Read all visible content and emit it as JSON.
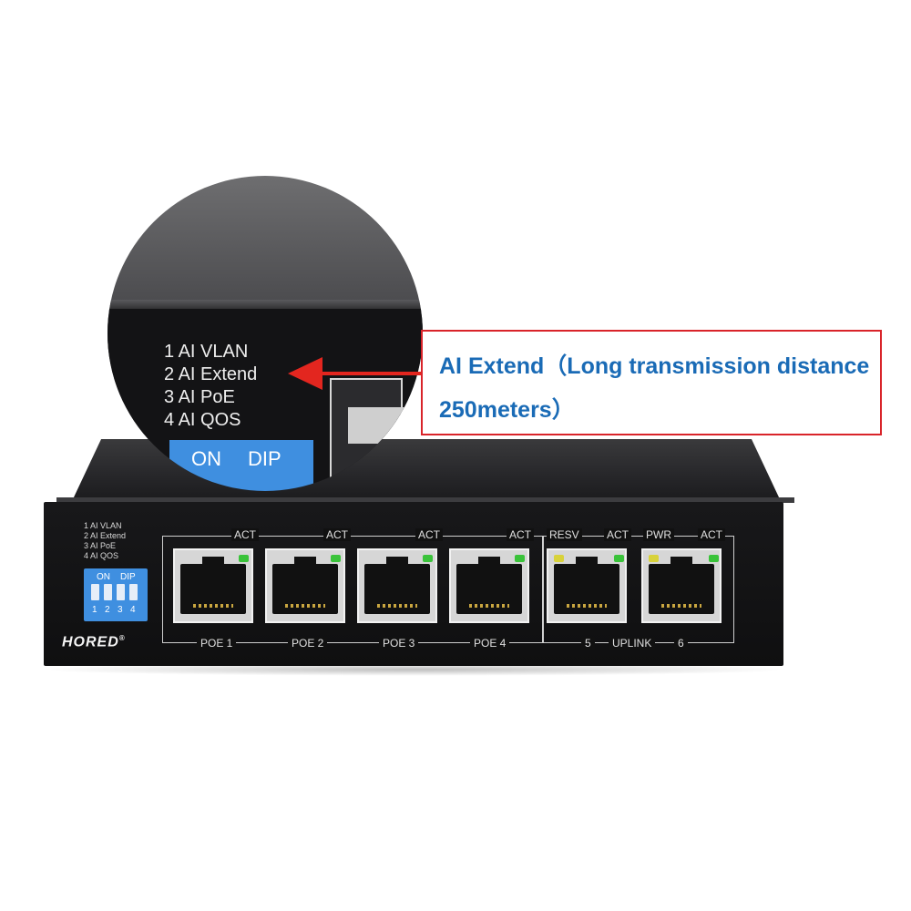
{
  "zoom": {
    "options": [
      "1 AI VLAN",
      "2 AI Extend",
      "3 AI PoE",
      "4 AI QOS"
    ],
    "dip_on": "ON",
    "dip_dip": "DIP"
  },
  "callout": {
    "text": "AI Extend（Long transmission distance 250meters）",
    "text_color": "#1a6bb6",
    "border_color": "#d9242a"
  },
  "arrow_color": "#e3261f",
  "switch": {
    "options": [
      "1 AI VLAN",
      "2 AI Extend",
      "3 AI PoE",
      "4 AI QOS"
    ],
    "dip_on": "ON",
    "dip_dip": "DIP",
    "dip_numbers": [
      "1",
      "2",
      "3",
      "4"
    ],
    "dip_color": "#3f8fe0",
    "brand": "HORED",
    "brand_mark": "®",
    "top_labels": [
      "ACT",
      "ACT",
      "ACT",
      "ACT",
      "RESV",
      "ACT",
      "PWR",
      "ACT"
    ],
    "bottom_labels": [
      "POE 1",
      "POE 2",
      "POE 3",
      "POE 4",
      "5",
      "UPLINK",
      "6"
    ],
    "led_colors": {
      "green": "#3ac33a",
      "yellow": "#d8d23a"
    }
  }
}
